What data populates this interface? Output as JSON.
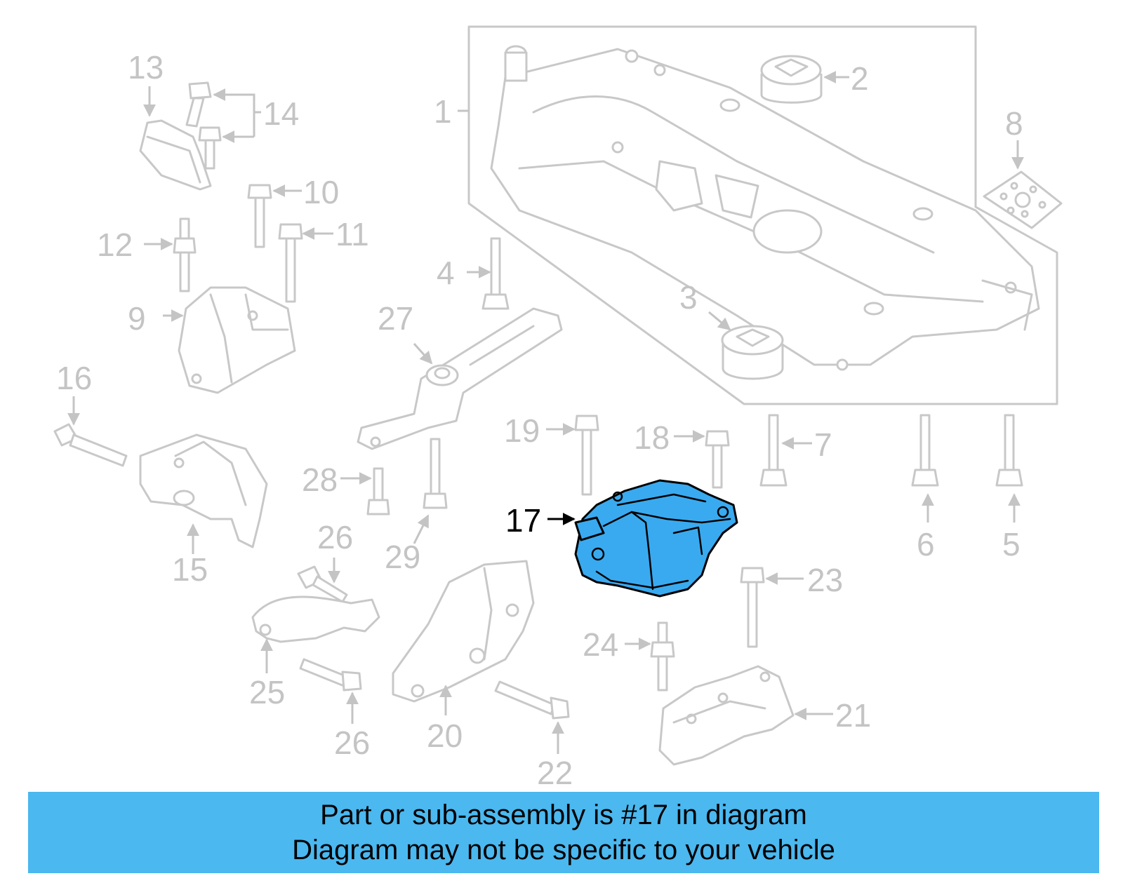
{
  "callouts": [
    {
      "n": "1"
    },
    {
      "n": "2"
    },
    {
      "n": "3"
    },
    {
      "n": "4"
    },
    {
      "n": "5"
    },
    {
      "n": "6"
    },
    {
      "n": "7"
    },
    {
      "n": "8"
    },
    {
      "n": "9"
    },
    {
      "n": "10"
    },
    {
      "n": "11"
    },
    {
      "n": "12"
    },
    {
      "n": "13"
    },
    {
      "n": "14"
    },
    {
      "n": "15"
    },
    {
      "n": "16"
    },
    {
      "n": "17"
    },
    {
      "n": "18"
    },
    {
      "n": "19"
    },
    {
      "n": "20"
    },
    {
      "n": "21"
    },
    {
      "n": "22"
    },
    {
      "n": "23"
    },
    {
      "n": "24"
    },
    {
      "n": "25"
    },
    {
      "n": "26"
    },
    {
      "n": "26"
    },
    {
      "n": "27"
    },
    {
      "n": "28"
    },
    {
      "n": "29"
    }
  ],
  "highlight": {
    "part": "17",
    "fill_color": "#39aaf0",
    "outline_color": "#000000"
  },
  "part_color": "#c8c8c8",
  "banner": {
    "line1": "Part or sub-assembly is #17 in diagram",
    "line2": "Diagram may not be specific to your vehicle",
    "color": "#4bb8ef"
  }
}
